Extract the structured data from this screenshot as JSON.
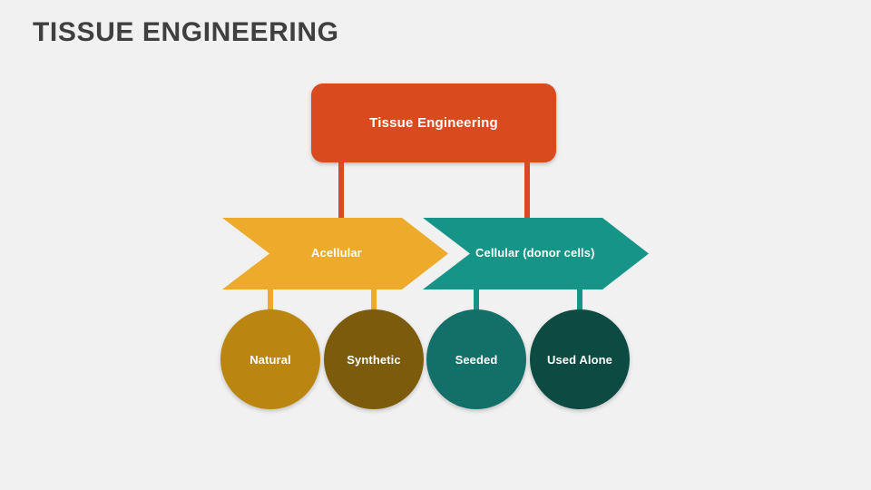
{
  "slide": {
    "title": "TISSUE ENGINEERING",
    "background_color": "#f1f1f1",
    "title_color": "#3f3f3f"
  },
  "diagram": {
    "type": "hierarchy",
    "root": {
      "label": "Tissue Engineering",
      "color": "#d94a1e",
      "text_color": "#ffffff"
    },
    "branches": [
      {
        "label": "Acellular",
        "color": "#edaa2b",
        "text_color": "#ffffff",
        "shape": "chevron",
        "leaves": [
          {
            "label": "Natural",
            "color": "#ba8610",
            "text_color": "#ffffff"
          },
          {
            "label": "Synthetic",
            "color": "#7b5b0c",
            "text_color": "#ffffff"
          }
        ]
      },
      {
        "label": "Cellular (donor cells)",
        "color": "#169488",
        "text_color": "#ffffff",
        "shape": "chevron",
        "leaves": [
          {
            "label": "Seeded",
            "color": "#127068",
            "text_color": "#ffffff"
          },
          {
            "label": "Used Alone",
            "color": "#0d4a42",
            "text_color": "#ffffff"
          }
        ]
      }
    ]
  }
}
